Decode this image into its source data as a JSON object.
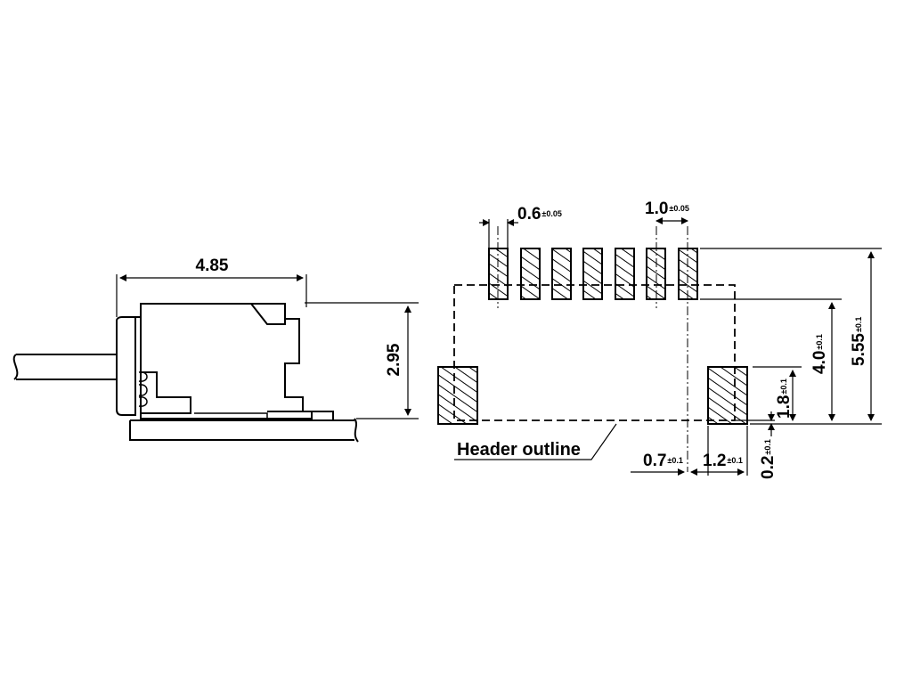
{
  "side_view": {
    "width_dim": "4.85",
    "height_dim": "2.95"
  },
  "footprint": {
    "pitch_dim": "0.6",
    "pitch_tol": "±0.05",
    "pad_dim": "1.0",
    "pad_tol": "±0.05",
    "depth_dim": "4.0",
    "depth_tol": "±0.1",
    "total_dim": "5.55",
    "total_tol": "±0.1",
    "mount_height_dim": "1.8",
    "mount_height_tol": "±0.1",
    "offset_dim": "0.2",
    "offset_tol": "±0.1",
    "gap_dim": "0.7",
    "gap_tol": "±0.1",
    "mount_width_dim": "1.2",
    "mount_width_tol": "±0.1",
    "outline_label": "Header outline"
  },
  "colors": {
    "ink": "#000000",
    "paper": "#ffffff"
  }
}
